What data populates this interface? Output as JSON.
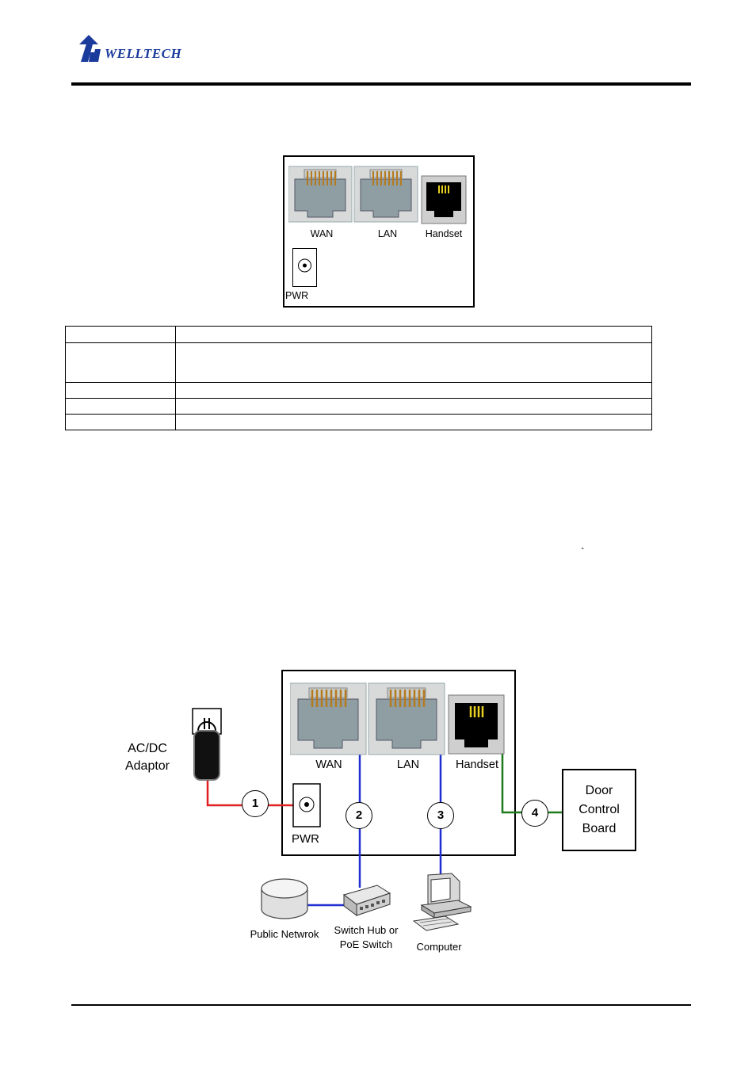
{
  "header": {
    "logo_text": "WELLTECH"
  },
  "panel_top": {
    "ports": {
      "wan": "WAN",
      "lan": "LAN",
      "handset": "Handset",
      "pwr": "PWR"
    }
  },
  "spec_table": {
    "rows": [
      [
        "",
        ""
      ],
      [
        "",
        ""
      ],
      [
        "",
        ""
      ],
      [
        "",
        ""
      ],
      [
        "",
        ""
      ]
    ]
  },
  "stray_mark": "`",
  "diagram": {
    "ports": {
      "wan": "WAN",
      "lan": "LAN",
      "handset": "Handset",
      "pwr": "PWR"
    },
    "adaptor": "AC/DC\nAdaptor",
    "door_board": [
      "Door",
      "Control",
      "Board"
    ],
    "connections": [
      "1",
      "2",
      "3",
      "4"
    ],
    "public_network": "Public Netwrok",
    "switch": [
      "Switch Hub or",
      "PoE Switch"
    ],
    "computer": "Computer",
    "colors": {
      "power": "#e02020",
      "network": "#1f2fd0",
      "handset_line": "#1d7a1d"
    }
  }
}
